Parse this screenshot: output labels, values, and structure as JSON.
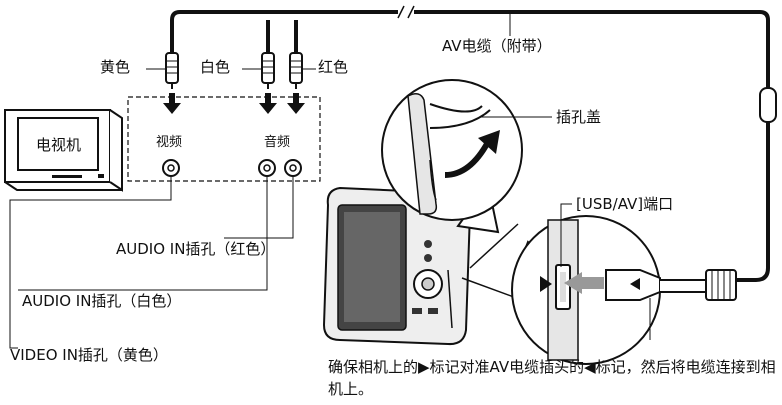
{
  "labels": {
    "yellow": "黄色",
    "white": "白色",
    "red": "红色",
    "av_cable": "AV电缆（附带）",
    "tv": "电视机",
    "video": "视频",
    "audio": "音频",
    "jack_cover": "插孔盖",
    "usb_av_port": "[USB/AV]端口",
    "audio_in_red": "AUDIO IN插孔（红色）",
    "audio_in_white": "AUDIO IN插孔（白色）",
    "video_in_yellow": "VIDEO IN插孔（黄色）"
  },
  "note": "确保相机上的▶标记对准AV电缆插头的◀标记，然后将电缆连接到相机上。",
  "colors": {
    "line": "#111111",
    "fill_gray": "#d9d9d9",
    "dark_gray": "#555555",
    "arrow_gray": "#999999"
  }
}
